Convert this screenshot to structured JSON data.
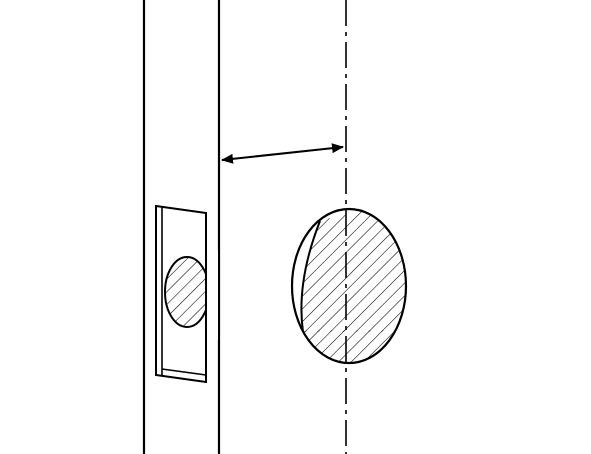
{
  "diagram": {
    "kind": "technical-line-drawing",
    "stroke_color": "#000000",
    "background_color": "#ffffff",
    "parts": [
      "door-edge",
      "strike-plate",
      "latch-bolt-section",
      "bore-hole-section",
      "backset-centerline",
      "backset-dimension-arrow"
    ],
    "hatching": "diagonal"
  }
}
